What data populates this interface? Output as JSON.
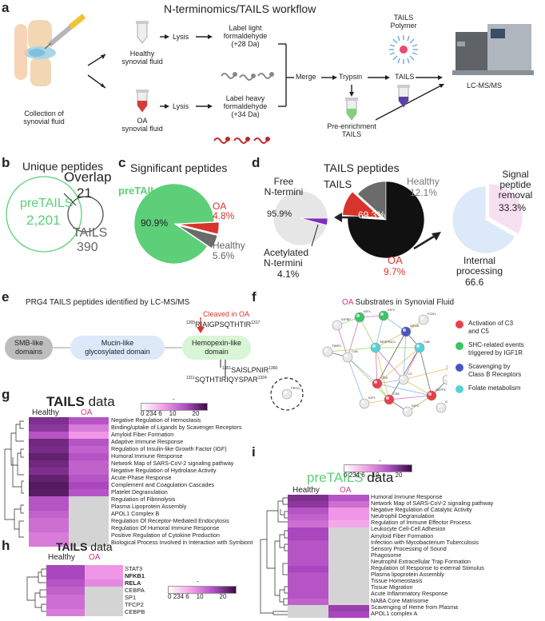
{
  "panel_letters": {
    "a": "a",
    "b": "b",
    "c": "c",
    "d": "d",
    "e": "e",
    "f": "f",
    "g": "g",
    "h": "h",
    "i": "i"
  },
  "a": {
    "title": "N-terminomics/TAILS workflow",
    "collection": [
      "Collection of",
      "synovial fluid"
    ],
    "healthy_fluid": [
      "Healthy",
      "synovial fluid"
    ],
    "oa_fluid": [
      "OA",
      "synovial fluid"
    ],
    "lysis": "Lysis",
    "label_light": [
      "Label light",
      "formaldehyde",
      "(+28 Da)"
    ],
    "label_heavy": [
      "Label heavy",
      "formaldehyde",
      "(+34 Da)"
    ],
    "merge": "Merge",
    "trypsin": "Trypsin",
    "tails_polymer": [
      "TAILS",
      "Polymer"
    ],
    "tails": "TAILS",
    "lcms": "LC-MS/MS",
    "preenrichment": [
      "Pre-enrichment",
      "TAILS"
    ]
  },
  "b": {
    "title": "Unique peptides",
    "overlap_label": "Overlap",
    "overlap_value": "21",
    "pre_label": "preTAILS",
    "pre_value": "2,201",
    "tails_label": "TAILS",
    "tails_value": "390"
  },
  "c": {
    "title": "Significant peptides",
    "pre_label": "preTAILS",
    "pre_pct": "90.9%",
    "oa_label": "OA",
    "oa_pct": "4.8%",
    "healthy_label": "Healthy",
    "healthy_pct": "5.6%"
  },
  "d": {
    "title": "TAILS peptides",
    "free": [
      "Free",
      "N-termini"
    ],
    "free_pct": "95.9%",
    "acetyl": [
      "Acetylated",
      "N-termini"
    ],
    "acetyl_pct": "4.1%",
    "tails_label": "TAILS",
    "tails_pct": "69.3%",
    "healthy_label": "Healthy",
    "healthy_pct": "12.1%",
    "oa_label": "OA",
    "oa_pct": "9.7%",
    "signal": [
      "Signal",
      "peptide",
      "removal"
    ],
    "signal_pct": "33.3%",
    "internal": [
      "Internal",
      "processing"
    ],
    "internal_pct": "66.6"
  },
  "e": {
    "title": "PRG4 TAILS peptides identified by LC-MS/MS",
    "cleaved": "Cleaved in OA",
    "smb": [
      "SMB-like",
      "domains"
    ],
    "mucin": [
      "Mucin-like",
      "glycosylated domain"
    ],
    "hemo": [
      "Hemopexin-like",
      "domain"
    ],
    "pep1_start": "1305",
    "pep1_seq": "RIAIGPSQTHTIR",
    "pep1_end": "1317",
    "pep2_start": "1351",
    "pep2_seq": "SAISLPNIR",
    "pep2_end": "1360",
    "pep3_start": "1311",
    "pep3_seq": "SQTHTIRIQYSPAR",
    "pep3_end": "1324"
  },
  "f": {
    "title_oa": "OA",
    "title_rest": " Substrates in Synovial Fluid",
    "legend": [
      {
        "label": [
          "Activation of C3",
          "and C5"
        ],
        "color": "#e8404a"
      },
      {
        "label": [
          "SHC-related events",
          "triggered by IGF1R"
        ],
        "color": "#3cc468"
      },
      {
        "label": [
          "Scavenging by",
          "Class B Receptors"
        ],
        "color": "#4a55c0"
      },
      {
        "label": [
          "Folate metabolism"
        ],
        "color": "#56d2d8"
      }
    ],
    "nodes": [
      "IGF1",
      "IGF2",
      "FCN1",
      "IGFBP",
      "APOB",
      "TIMD4",
      "SOD3",
      "TIMP2",
      "SERPINC1",
      "C4A",
      "C4B",
      "PROC",
      "HRG",
      "PRG4",
      "C3",
      "CFB",
      "C5A",
      "SEPP1",
      "GAS6"
    ]
  },
  "g": {
    "title_a": "TAILS",
    "title_b": " data",
    "col_healthy": "Healthy",
    "col_oa": "OA",
    "scale_label": "-log10(P)",
    "scale_ticks": [
      "0",
      "234",
      "6",
      "10",
      "20"
    ],
    "terms": [
      "Negative Regulation of Hemostasis",
      "Binding/uptake of Ligands by Scavenger Receptors",
      "Amyloid Fiber Formation",
      "Adaptive Immune Response",
      "Regulation of Insulin-like Growth Factor (IGF)",
      "Humoral Immune Response",
      "Network Map of SARS-CoV-2 signaling pathway",
      "Negative Regulation of Hydrolase Activity",
      "Acute-Phase Response",
      "Complement and Coagulation Cascades",
      "Platelet Degranulation",
      "Regulation of Fibrinolysis",
      "Plasma Lipoprotein Assembly",
      "APOL1 Complex B",
      "Regulation Of Receptor-Mediated Endocytosis",
      "Regulation Of Humoral Immune Response",
      "Positive Regulation of Cytokine Production",
      "Biological Process Involved in Interaction with Symbiont"
    ],
    "healthy": [
      0.75,
      0.7,
      0.55,
      0.8,
      0.78,
      0.85,
      0.8,
      0.75,
      0.85,
      0.9,
      0.88,
      0.55,
      0.55,
      0.5,
      0.45,
      0.45,
      0.4,
      0.4
    ],
    "oa": [
      0.55,
      0.4,
      0.3,
      0.55,
      0.5,
      0.55,
      0.5,
      0.5,
      0.55,
      0.6,
      0.55,
      null,
      null,
      null,
      null,
      null,
      null,
      null
    ]
  },
  "h": {
    "title_a": "TAILS",
    "title_b": " data",
    "col_healthy": "Healthy",
    "col_oa": "OA",
    "scale_label": "-log10(P)",
    "scale_ticks": [
      "0",
      "234",
      "6",
      "10",
      "20"
    ],
    "terms": [
      "STAT3",
      "NFKB1",
      "RELA",
      "CEBPA",
      "SP1",
      "TFCP2",
      "CEBPB"
    ],
    "bold": [
      false,
      true,
      true,
      false,
      false,
      false,
      false
    ],
    "healthy": [
      0.6,
      0.6,
      0.55,
      0.5,
      0.45,
      0.45,
      0.4
    ],
    "oa": [
      0.3,
      0.3,
      0.35,
      null,
      null,
      null,
      null
    ]
  },
  "i": {
    "title_a": "preTAILS",
    "title_b": " data",
    "col_healthy": "Healthy",
    "col_oa": "OA",
    "scale_label": "-log10(P)",
    "scale_ticks": [
      "0",
      "234",
      "6",
      "10",
      "20"
    ],
    "terms": [
      "Humoral Immune Response",
      "Network Map of SARS-CoV-2 signaling pathway",
      "Negative Regulation of Catalytic Activity",
      "Neutrophil Degranulation",
      "Regulation of Immune Effector Process",
      "Leukocyte Cell-Cell Adhesion",
      "Amyloid Fiber Formation",
      "Infection with Mycobacterium Tuberculosis",
      "Sensory Processing of Sound",
      "Phagosome",
      "Neutrophil Extracellular Trap Formation",
      "Regulation of Response to external Stimulus",
      "Plasma lipoprotein Assembly",
      "Tissue Homeostasis",
      "Tissue Migration",
      "Acute Inflammatory Response",
      "NABA Core Matrisome",
      "Scavenging of Heme from Plasma",
      "APOL1 complex A"
    ],
    "healthy": [
      0.75,
      0.7,
      0.55,
      0.5,
      0.45,
      0.6,
      0.6,
      0.55,
      0.55,
      0.55,
      0.55,
      0.6,
      0.55,
      0.55,
      0.55,
      0.55,
      0.5,
      null,
      null
    ],
    "oa": [
      0.55,
      0.45,
      0.3,
      0.3,
      0.25,
      null,
      null,
      null,
      null,
      null,
      null,
      null,
      null,
      null,
      null,
      null,
      null,
      0.65,
      0.6
    ]
  }
}
